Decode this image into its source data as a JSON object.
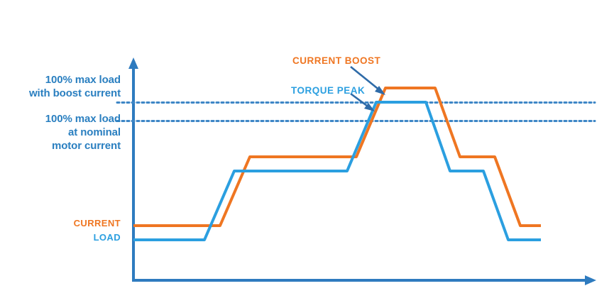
{
  "chart_data": {
    "type": "line",
    "title": "",
    "xlabel": "",
    "ylabel": "",
    "grid": false,
    "legend_position": "inline-left",
    "xlim": [
      0,
      100
    ],
    "ylim": [
      0,
      100
    ],
    "reference_lines": [
      {
        "name": "max-load-boost",
        "label": "100% max load\nwith boost current",
        "value": 85,
        "style": "dotted",
        "color": "#3d86c6"
      },
      {
        "name": "max-load-nominal",
        "label": "100% max load\nat nominal\nmotor current",
        "value": 76,
        "style": "dotted",
        "color": "#3d86c6"
      }
    ],
    "series": [
      {
        "name": "current",
        "label": "CURRENT",
        "color": "#ef7622",
        "description": "Motor current demand with boost, steps above the 100% boost reference line at peak",
        "points": [
          {
            "x": 0,
            "y": 20
          },
          {
            "x": 20,
            "y": 20
          },
          {
            "x": 27,
            "y": 52
          },
          {
            "x": 34,
            "y": 52
          },
          {
            "x": 34,
            "y": 59
          },
          {
            "x": 57,
            "y": 59
          },
          {
            "x": 63,
            "y": 93
          },
          {
            "x": 78,
            "y": 93
          },
          {
            "x": 84,
            "y": 59
          },
          {
            "x": 93,
            "y": 59
          },
          {
            "x": 99,
            "y": 20
          },
          {
            "x": 106,
            "y": 20
          }
        ]
      },
      {
        "name": "load",
        "label": "LOAD",
        "color": "#2b9fe0",
        "description": "Mechanical load profile, peak reaches exactly the 100% nominal max load boost line",
        "points": [
          {
            "x": 0,
            "y": 13
          },
          {
            "x": 17,
            "y": 13
          },
          {
            "x": 24,
            "y": 46
          },
          {
            "x": 54,
            "y": 46
          },
          {
            "x": 60,
            "y": 85
          },
          {
            "x": 75,
            "y": 85
          },
          {
            "x": 81,
            "y": 46
          },
          {
            "x": 89,
            "y": 46
          },
          {
            "x": 95,
            "y": 13
          },
          {
            "x": 104,
            "y": 13
          }
        ]
      }
    ],
    "annotations": [
      {
        "name": "current-boost",
        "text": "CURRENT BOOST",
        "color": "#ef7622",
        "target": "orange peak rising edge"
      },
      {
        "name": "torque-peak",
        "text": "TORQUE PEAK",
        "color": "#2b9fe0",
        "target": "blue peak plateau"
      }
    ],
    "axis": {
      "color": "#2e7bbf",
      "x_arrow": true,
      "y_arrow": true
    }
  },
  "labels": {
    "boost_line_l1": "100% max load",
    "boost_line_l2": "with boost current",
    "nominal_line_l1": "100% max load",
    "nominal_line_l2": "at nominal",
    "nominal_line_l3": "motor current",
    "current_series": "CURRENT",
    "load_series": "LOAD",
    "callout_boost": "CURRENT BOOST",
    "callout_peak": "TORQUE PEAK"
  },
  "colors": {
    "orange": "#ef7622",
    "blue": "#2b9fe0",
    "axis_blue": "#2e7bbf",
    "label_blue": "#2a7fc0",
    "dotted_blue": "#3d86c6",
    "arrow_blue": "#2f6ba8",
    "background": "#ffffff"
  }
}
